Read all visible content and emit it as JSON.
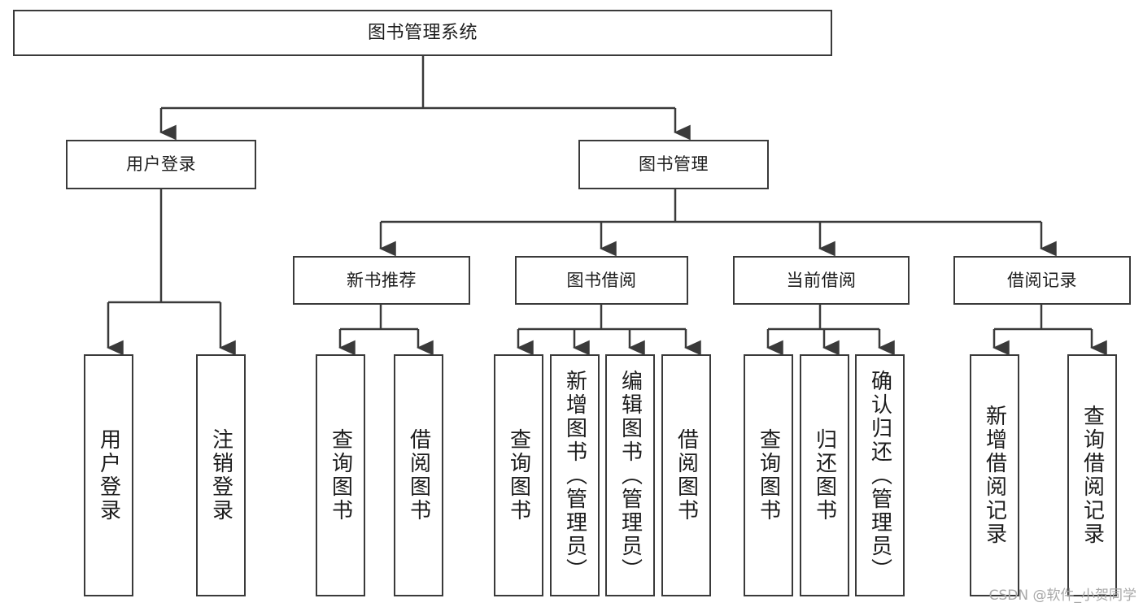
{
  "diagram": {
    "title": "图书管理系统",
    "type": "tree-hierarchy-chart",
    "orientation": "top-down",
    "colors": {
      "node_border": "#3a3a3a",
      "node_fill": "#ffffff",
      "edge": "#3a3a3a",
      "text": "#1c1c1c",
      "watermark": "#a8a8a8",
      "background": "#ffffff"
    }
  },
  "nodes": {
    "root": {
      "label": "图书管理系统",
      "level": 1,
      "writing": "horizontal"
    },
    "level2": [
      {
        "id": "user-login",
        "label": "用户登录",
        "writing": "horizontal"
      },
      {
        "id": "book-management",
        "label": "图书管理",
        "writing": "horizontal"
      }
    ],
    "level3": [
      {
        "id": "new-book-recommend",
        "label": "新书推荐",
        "writing": "horizontal"
      },
      {
        "id": "book-borrow",
        "label": "图书借阅",
        "writing": "horizontal"
      },
      {
        "id": "current-borrow",
        "label": "当前借阅",
        "writing": "horizontal"
      },
      {
        "id": "borrow-record",
        "label": "借阅记录",
        "writing": "horizontal"
      }
    ],
    "leaves": [
      {
        "id": "leaf-user-login",
        "label": "用户登录",
        "parent": "user-login",
        "writing": "vertical"
      },
      {
        "id": "leaf-logout",
        "label": "注销登录",
        "parent": "user-login",
        "writing": "vertical"
      },
      {
        "id": "leaf-query-book-1",
        "label": "查询图书",
        "parent": "new-book-recommend",
        "writing": "vertical"
      },
      {
        "id": "leaf-borrow-book-1",
        "label": "借阅图书",
        "parent": "new-book-recommend",
        "writing": "vertical"
      },
      {
        "id": "leaf-query-book-2",
        "label": "查询图书",
        "parent": "book-borrow",
        "writing": "vertical"
      },
      {
        "id": "leaf-add-book",
        "label": "新增图书（管理员）",
        "parent": "book-borrow",
        "writing": "vertical"
      },
      {
        "id": "leaf-edit-book",
        "label": "编辑图书（管理员）",
        "parent": "book-borrow",
        "writing": "vertical"
      },
      {
        "id": "leaf-borrow-book-2",
        "label": "借阅图书",
        "parent": "book-borrow",
        "writing": "vertical"
      },
      {
        "id": "leaf-query-book-3",
        "label": "查询图书",
        "parent": "current-borrow",
        "writing": "vertical"
      },
      {
        "id": "leaf-return-book",
        "label": "归还图书",
        "parent": "current-borrow",
        "writing": "vertical"
      },
      {
        "id": "leaf-confirm-return",
        "label": "确认归还（管理员）",
        "parent": "current-borrow",
        "writing": "vertical"
      },
      {
        "id": "leaf-add-record",
        "label": "新增借阅记录",
        "parent": "borrow-record",
        "writing": "vertical"
      },
      {
        "id": "leaf-query-record",
        "label": "查询借阅记录",
        "parent": "borrow-record",
        "writing": "vertical"
      }
    ]
  },
  "watermark": {
    "text": "CSDN @软件_小贺同学"
  }
}
